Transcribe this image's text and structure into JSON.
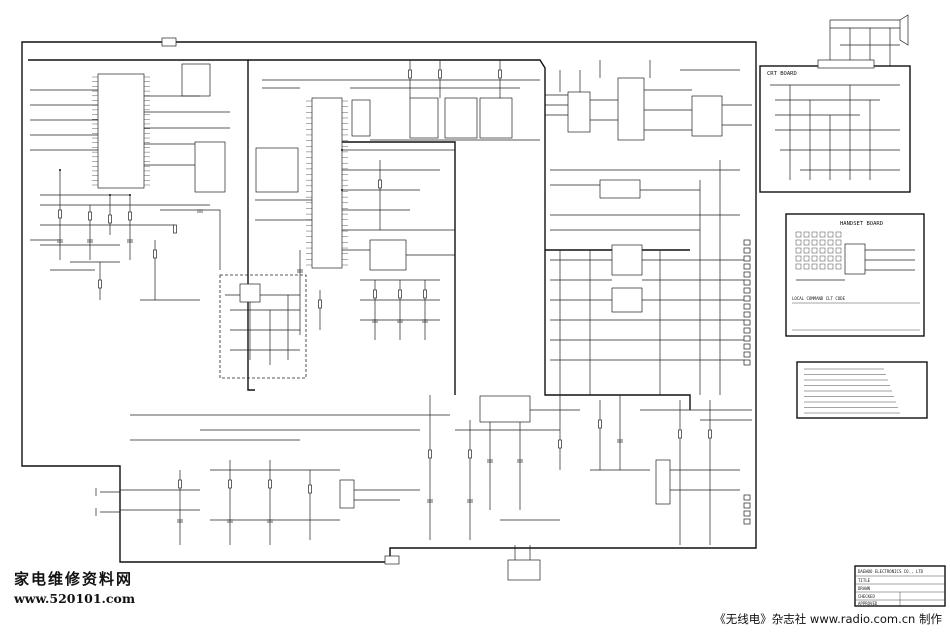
{
  "labels": {
    "crt_board": "CRT BOARD",
    "handset_board": "HANDSET BOARD",
    "keypad_table_title": "LOCAL COMMAND CLT CODE"
  },
  "title_block": {
    "company": "DAEWOO ELECTRONICS CO., LTD",
    "rows": [
      "TITLE",
      "DRAWN",
      "CHECKED",
      "APPROVED"
    ]
  },
  "watermark": {
    "site_cn": "家电维修资料网",
    "site_url": "www.520101.com"
  },
  "credit": "《无线电》杂志社 www.radio.com.cn 制作"
}
